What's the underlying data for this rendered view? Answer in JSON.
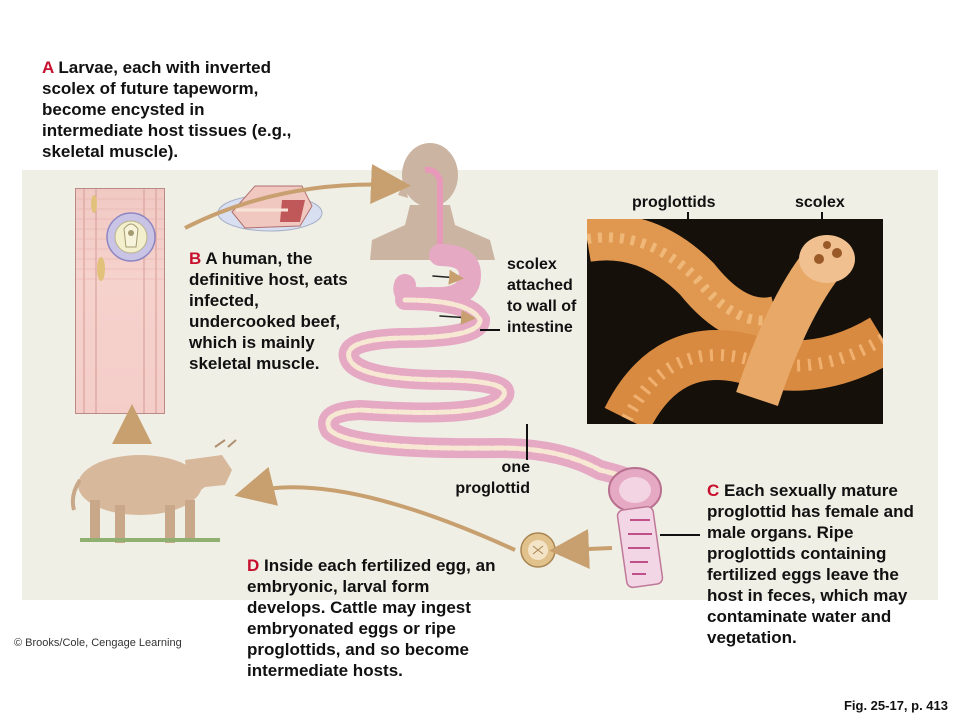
{
  "caption_a": {
    "letter": "A",
    "text": " Larvae, each with inverted scolex of future tapeworm, become encysted in intermediate host tissues (e.g., skeletal muscle)."
  },
  "caption_b": {
    "letter": "B",
    "text": " A human, the definitive host, eats infected, undercooked beef, which is mainly skeletal muscle."
  },
  "caption_c": {
    "letter": "C",
    "text": " Each sexually mature proglottid has female and male organs. Ripe proglottids containing fertilized eggs leave the host in feces, which may contaminate water and vegetation."
  },
  "caption_d": {
    "letter": "D",
    "text": " Inside each fertilized egg, an embryonic, larval form develops. Cattle may ingest embryonated eggs or ripe proglottids, and so become intermediate hosts."
  },
  "labels": {
    "proglottids": "proglottids",
    "scolex": "scolex",
    "scolex_attached": "scolex attached to wall of intestine",
    "one_proglottid": "one proglottid"
  },
  "credit": "© Brooks/Cole, Cengage Learning",
  "figure_ref": "Fig. 25-17, p. 413",
  "colors": {
    "panel": "#efefe6",
    "arrow": "#c8a070",
    "letter": "#c8102e",
    "intestine": "#e6a9c4",
    "cow": "#d8b89a",
    "worm": "#e0a060"
  }
}
